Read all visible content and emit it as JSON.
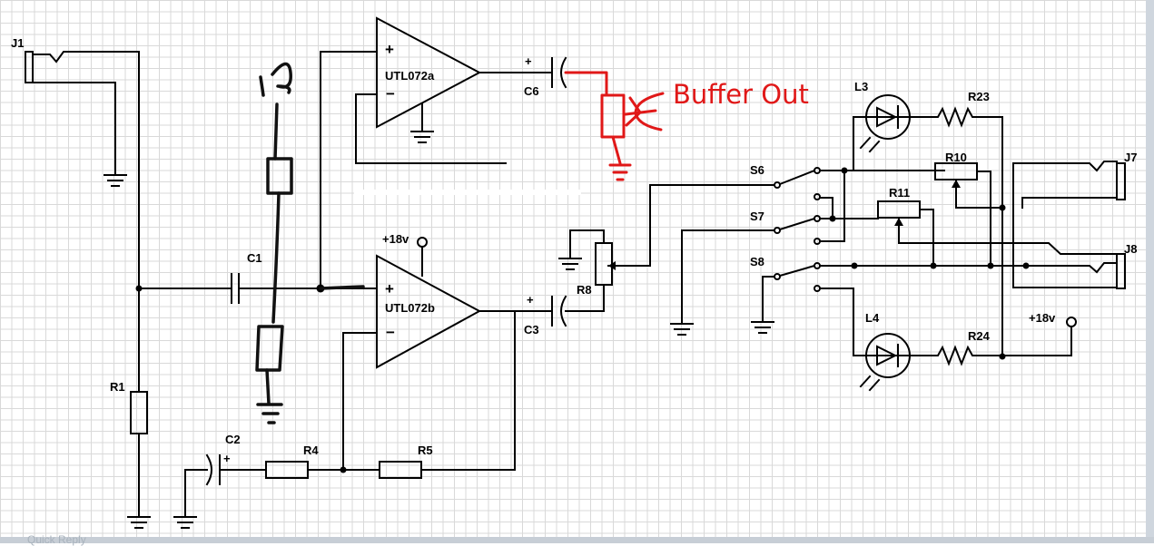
{
  "diagram": {
    "opamps": {
      "a": {
        "name": "UTL072a",
        "plus": "+",
        "minus": "−"
      },
      "b": {
        "name": "UTL072b",
        "plus": "+",
        "minus": "−"
      }
    },
    "jacks": {
      "j1": "J1",
      "j7": "J7",
      "j8": "J8"
    },
    "capacitors": {
      "c1": "C1",
      "c2": "C2",
      "c3": "C3",
      "c6": "C6",
      "plus": "+"
    },
    "resistors": {
      "r1": "R1",
      "r4": "R4",
      "r5": "R5",
      "r8": "R8",
      "r10": "R10",
      "r11": "R11",
      "r23": "R23",
      "r24": "R24"
    },
    "switches": {
      "s6": "S6",
      "s7": "S7",
      "s8": "S8"
    },
    "leds": {
      "l3": "L3",
      "l4": "L4"
    },
    "supply": {
      "top": "+18v",
      "right": "+18v"
    },
    "annotations": {
      "red_label": "Buffer Out",
      "handwritten_mark": "1 3"
    },
    "colors": {
      "wire": "#000000",
      "annotation_red": "#e01818",
      "grid": "#d9d9d9"
    }
  },
  "footer": {
    "text": "Quick Reply"
  }
}
